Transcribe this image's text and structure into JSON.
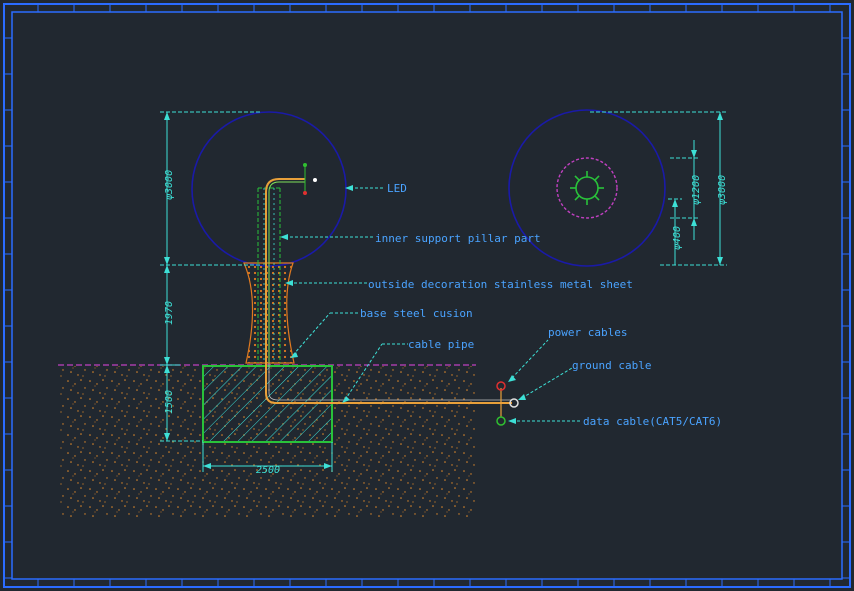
{
  "colors": {
    "background": "#212830",
    "frame": "#2b6cff",
    "dimension": "#3de0d6",
    "label": "#4aa3ff",
    "globe": "#1a1aa8",
    "ground_line": "#c040c0",
    "soil": "#e08a2a",
    "foundation": "#29c23a",
    "decoration": "#e07a20",
    "cable": "#e8a03a",
    "power_node": "#e03030",
    "data_node": "#30c030"
  },
  "labels": {
    "led": "LED",
    "inner_pillar": "inner support pillar part",
    "outside_decoration": "outside decoration stainless metal sheet",
    "base_cushion": "base steel cusion",
    "cable_pipe": "cable pipe",
    "power_cables": "power cables",
    "ground_cable": "ground cable",
    "data_cable": "data cable(CAT5/CAT6)"
  },
  "dimensions": {
    "globe_diameter_left": "φ3000",
    "pillar_height": "1970",
    "foundation_depth": "1500",
    "foundation_width": "2500",
    "inner_ring_diameter": "φ1200",
    "pillar_diameter": "φ400",
    "globe_diameter_right": "φ3000"
  }
}
